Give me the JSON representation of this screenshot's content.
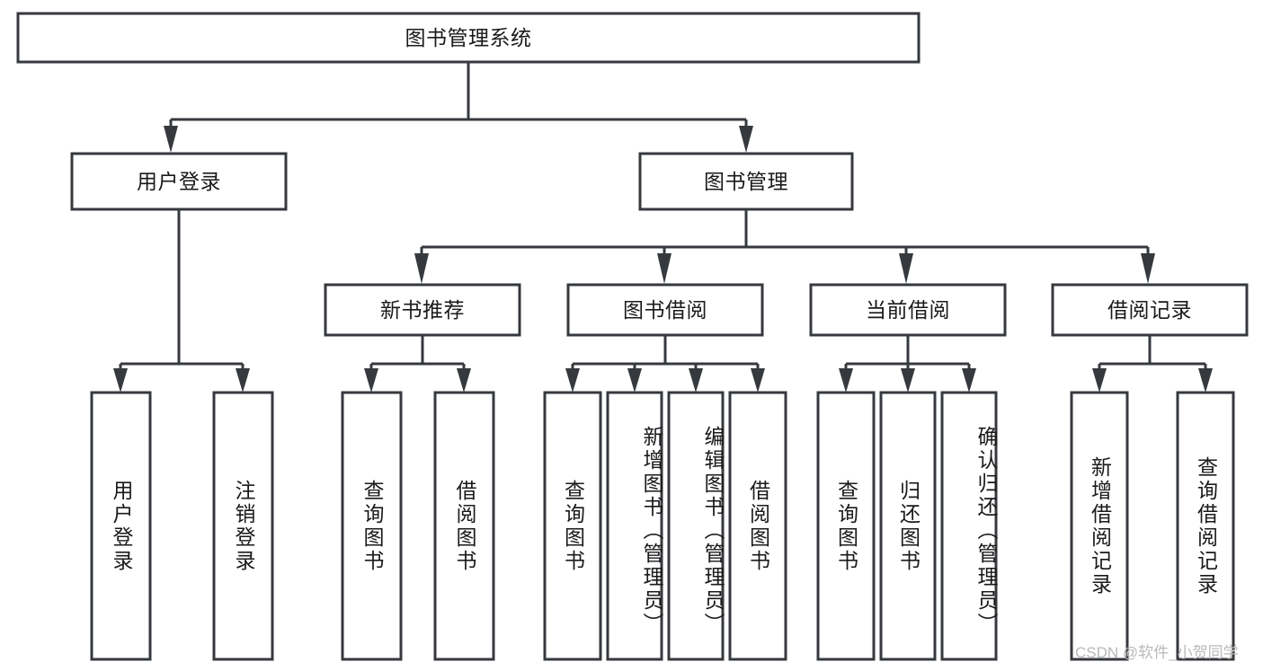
{
  "diagram": {
    "title": "图书管理系统",
    "type": "tree-hierarchy",
    "watermark": "CSDN @软件_小贺同学",
    "colors": {
      "stroke": "#36393d",
      "fill": "#ffffff",
      "text": "#1a1a1a",
      "watermark": "#b9b9b9"
    },
    "nodes": {
      "root": {
        "label": "图书管理系统"
      },
      "level2": [
        {
          "id": "user-login",
          "label": "用户登录"
        },
        {
          "id": "book-manage",
          "label": "图书管理"
        }
      ],
      "level3": [
        {
          "id": "new-book-recommend",
          "label": "新书推荐"
        },
        {
          "id": "book-borrow",
          "label": "图书借阅"
        },
        {
          "id": "current-borrow",
          "label": "当前借阅"
        },
        {
          "id": "borrow-record",
          "label": "借阅记录"
        }
      ],
      "leaves": {
        "user_login": [
          {
            "id": "leaf-user-login",
            "label": "用户登录"
          },
          {
            "id": "leaf-logout",
            "label": "注销登录"
          }
        ],
        "new_book_recommend": [
          {
            "id": "leaf-query-book-1",
            "label": "查询图书"
          },
          {
            "id": "leaf-borrow-book-1",
            "label": "借阅图书"
          }
        ],
        "book_borrow": [
          {
            "id": "leaf-query-book-2",
            "label": "查询图书"
          },
          {
            "id": "leaf-add-book",
            "label": "新增图书（管理员）"
          },
          {
            "id": "leaf-edit-book",
            "label": "编辑图书（管理员）"
          },
          {
            "id": "leaf-borrow-book-2",
            "label": "借阅图书"
          }
        ],
        "current_borrow": [
          {
            "id": "leaf-query-book-3",
            "label": "查询图书"
          },
          {
            "id": "leaf-return-book",
            "label": "归还图书"
          },
          {
            "id": "leaf-confirm-return",
            "label": "确认归还（管理员）"
          }
        ],
        "borrow_record": [
          {
            "id": "leaf-add-record",
            "label": "新增借阅记录"
          },
          {
            "id": "leaf-query-record",
            "label": "查询借阅记录"
          }
        ]
      }
    }
  }
}
